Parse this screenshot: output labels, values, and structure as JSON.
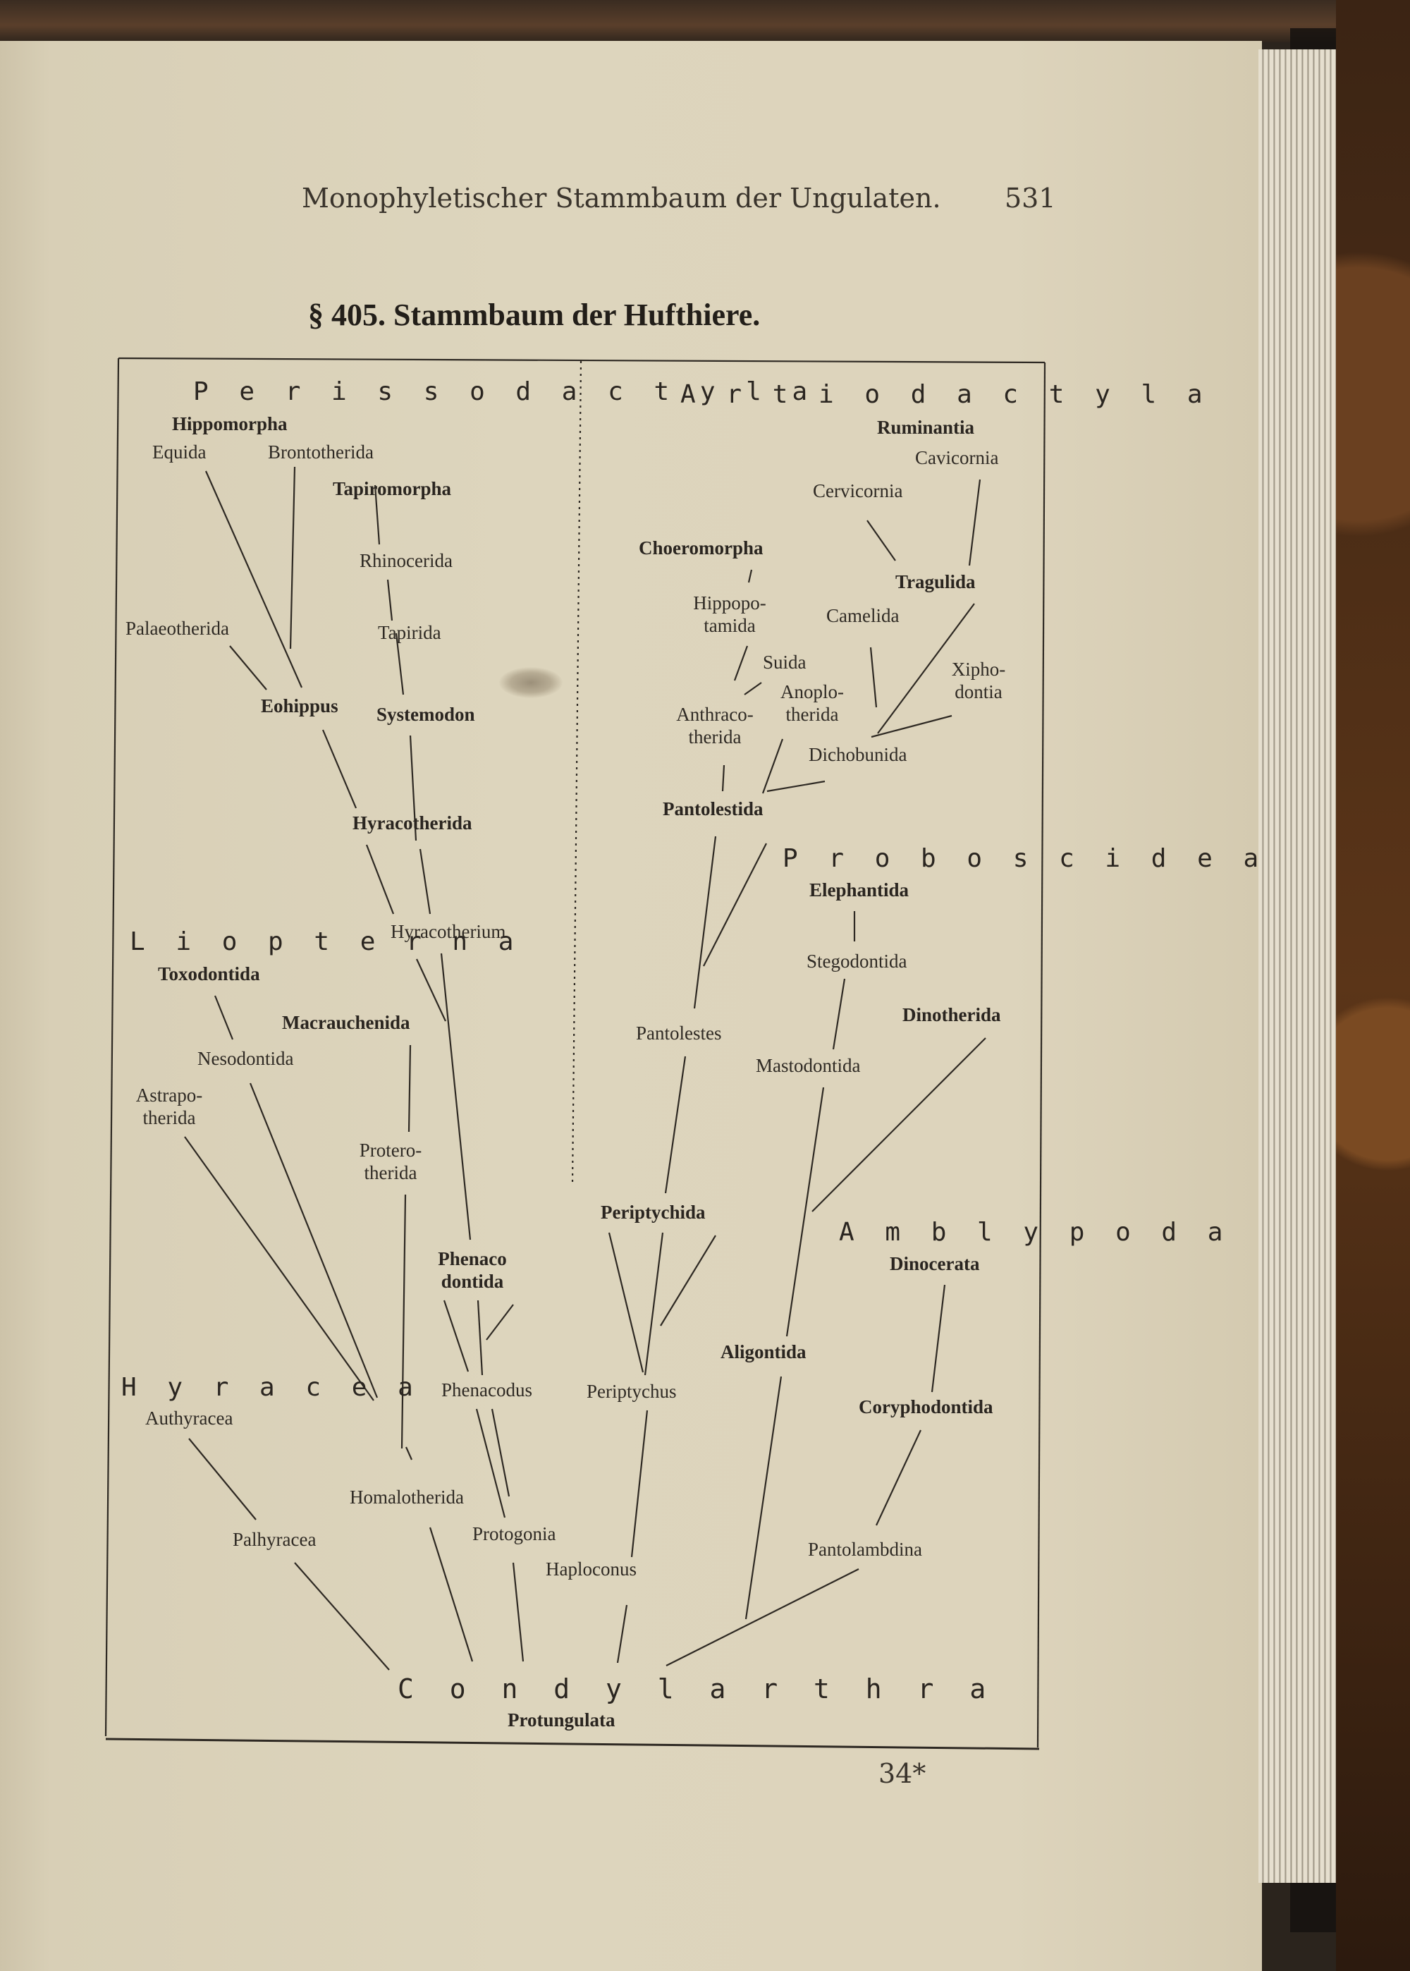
{
  "header": {
    "running_title": "Monophyletischer Stammbaum der Ungulaten.",
    "page_number": "531"
  },
  "section": {
    "title": "§ 405.  Stammbaum der Hufthiere."
  },
  "footer": {
    "signature": "34*"
  },
  "tree": {
    "perissodactyla": "P e r i s s o d a c t y l a",
    "hippomorpha": "Hippomorpha",
    "equida": "Equida",
    "brontotherida": "Brontotherida",
    "tapiromorpha": "Tapiromorpha",
    "rhinocerida": "Rhinocerida",
    "tapirida": "Tapirida",
    "palaeotherida": "Palaeotherida",
    "eohippus": "Eohippus",
    "systemodon": "Systemodon",
    "hyracotherida": "Hyracotherida",
    "hyracotherium": "Hyracotherium",
    "artiodactyla": "A r t i o d a c t y l a",
    "ruminantia": "Ruminantia",
    "cavicornia": "Cavicornia",
    "cervicornia": "Cervicornia",
    "choeromorpha": "Choeromorpha",
    "tragulida": "Tragulida",
    "hippopotamida": "Hippopo-\ntamida",
    "camelida": "Camelida",
    "suida": "Suida",
    "xiphodontia": "Xipho-\ndontia",
    "anoplotherida": "Anoplo-\ntherida",
    "anthracotherida": "Anthraco-\ntherida",
    "dichobunida": "Dichobunida",
    "pantolestida": "Pantolestida",
    "proboscidea": "P r o b o s c i d e a",
    "elephantida": "Elephantida",
    "stegodontida": "Stegodontida",
    "dinotherida": "Dinotherida",
    "pantolestes": "Pantolestes",
    "mastodontida": "Mastodontida",
    "liopterna": "L i o p t e r n a",
    "toxodontida": "Toxodontida",
    "macrauchenida": "Macrauchenida",
    "nesodontida": "Nesodontida",
    "astrapotherida": "Astrapo-\ntherida",
    "proterotherida": "Protero-\ntherida",
    "periptychida": "Periptychida",
    "amblypoda": "A m b l y p o d a",
    "dinocerata": "Dinocerata",
    "phenacodontida": "Phenaco\ndontida",
    "aligontida": "Aligontida",
    "hyracea": "H y r a c e a",
    "authyracea": "Authyracea",
    "phenacodus": "Phenacodus",
    "periptychus": "Periptychus",
    "coryphodontida": "Coryphodontida",
    "homalotherida": "Homalotherida",
    "pahyracea": "Palhyracea",
    "protogonia": "Protogonia",
    "haploconus": "Haploconus",
    "pantolambdina": "Pantolambdina",
    "condylarthra": "C o n d y l a r t h r a",
    "protungulata": "Protungulata"
  },
  "colors": {
    "paper": "#ddd5bd",
    "ink": "#2a2520",
    "binding": "#2b241d"
  }
}
